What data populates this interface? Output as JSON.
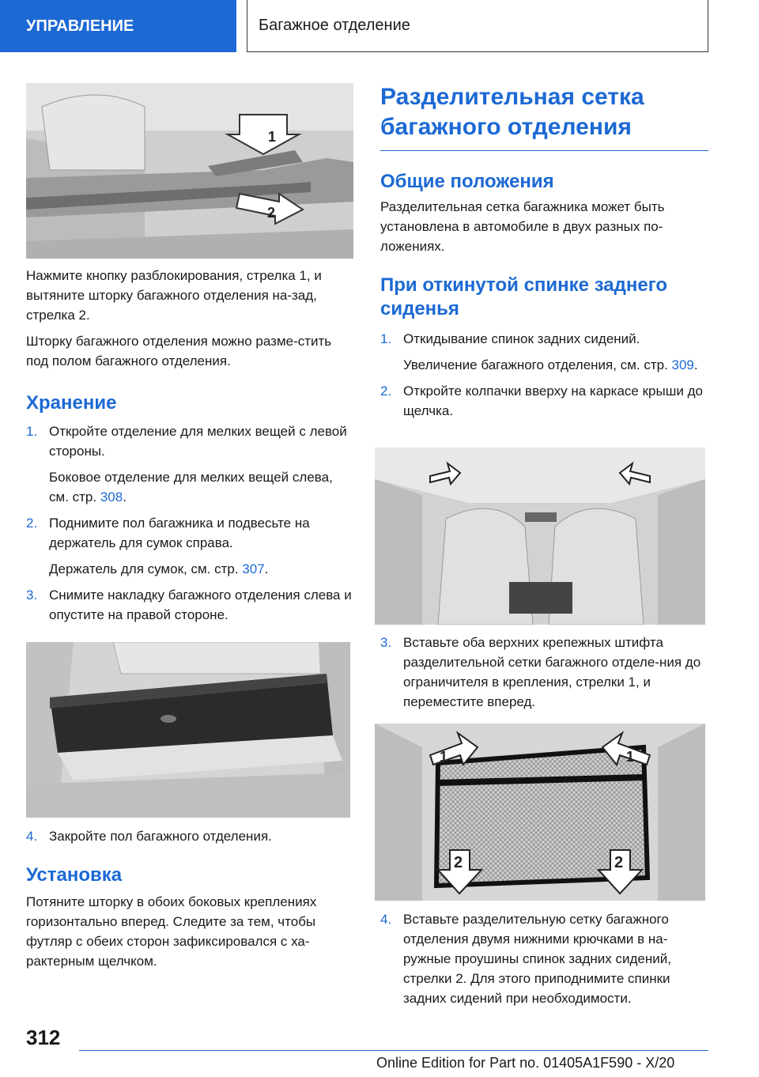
{
  "header": {
    "section": "УПРАВЛЕНИЕ",
    "chapter": "Багажное отделение"
  },
  "left": {
    "caption_p1": "Нажмите кнопку разблокирования, стрелка 1, и вытяните шторку багажного отделения на-зад, стрелка 2.",
    "caption_p2": "Шторку багажного отделения можно разме-стить под полом багажного отделения.",
    "storage_heading": "Хранение",
    "steps": [
      {
        "n": "1.",
        "text": "Откройте отделение для мелких вещей с левой стороны."
      },
      {
        "n": "",
        "text_before": "Боковое отделение для мелких вещей слева, см. стр. ",
        "link": "308",
        "text_after": "."
      },
      {
        "n": "2.",
        "text": "Поднимите пол багажника и подвесьте на держатель для сумок справа."
      },
      {
        "n": "",
        "text_before": "Держатель для сумок, см. стр. ",
        "link": "307",
        "text_after": "."
      },
      {
        "n": "3.",
        "text": "Снимите накладку багажного отделения слева и опустите на правой стороне."
      }
    ],
    "step4_n": "4.",
    "step4_text": "Закройте пол багажного отделения.",
    "install_heading": "Установка",
    "install_text": "Потяните шторку в обоих боковых креплениях горизонтально вперед. Следите за тем, чтобы футляр с обеих сторон зафиксировался с ха-рактерным щелчком."
  },
  "right": {
    "title": "Разделительная сетка багажного отделения",
    "general_heading": "Общие положения",
    "general_text": "Разделительная сетка багажника может быть установлена в автомобиле в двух разных по-ложениях.",
    "folded_heading": "При откинутой спинке заднего сиденья",
    "step1_n": "1.",
    "step1_text": "Откидывание спинок задних сидений.",
    "step1_sub_before": "Увеличение багажного отделения, см. стр. ",
    "step1_link": "309",
    "step1_sub_after": ".",
    "step2_n": "2.",
    "step2_text": "Откройте колпачки вверху на каркасе крыши до щелчка.",
    "step3_n": "3.",
    "step3_text": "Вставьте оба верхних крепежных штифта разделительной сетки багажного отделе-ния до ограничителя в крепления, стрелки 1, и переместите вперед.",
    "step4_n": "4.",
    "step4_text": "Вставьте разделительную сетку багажного отделения двумя нижними крючками в на-ружные проушины спинок задних сидений, стрелки 2. Для этого приподнимите спинки задних сидений при необходимости."
  },
  "figures": {
    "fig1_labels": [
      "1",
      "2"
    ],
    "fig4_labels": [
      "1",
      "1",
      "2",
      "2"
    ]
  },
  "footer": {
    "page_number": "312",
    "edition": "Online Edition for Part no. 01405A1F590 - X/20"
  },
  "colors": {
    "accent": "#1c69d4",
    "text": "#1a1a1a"
  }
}
